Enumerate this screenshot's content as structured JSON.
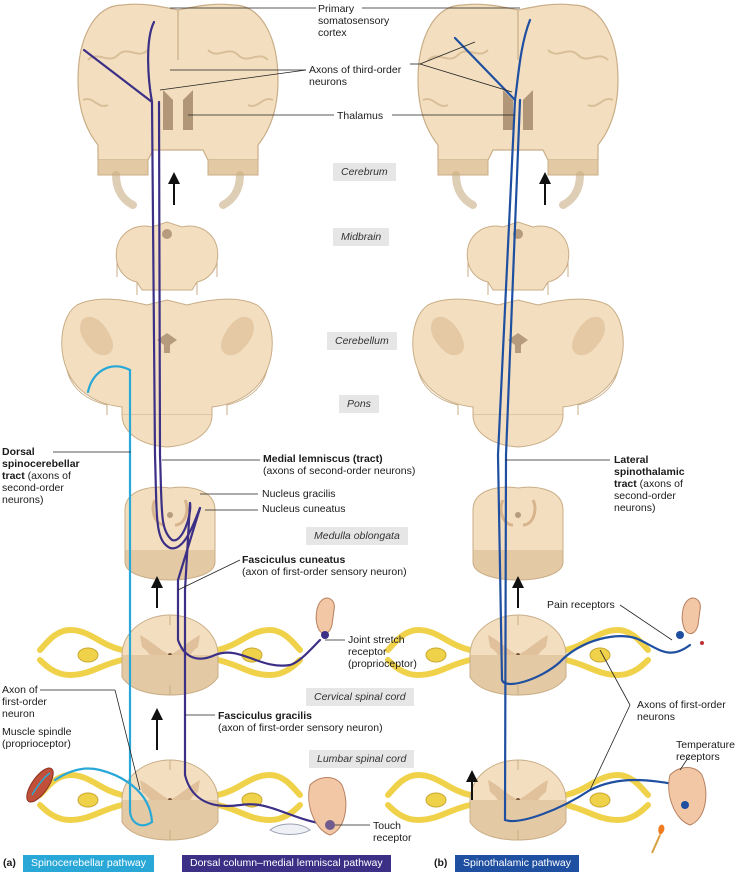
{
  "labels": {
    "primary_cortex": [
      "Primary",
      "somatosensory",
      "cortex"
    ],
    "third_order": [
      "Axons of third-order",
      "neurons"
    ],
    "thalamus": "Thalamus",
    "dorsal_spinocerebellar": {
      "bold": [
        "Dorsal",
        "spinocerebellar",
        "tract"
      ],
      "rest": [
        " (axons of",
        "second-order",
        "neurons)"
      ]
    },
    "medial_lemniscus": {
      "bold": "Medial lemniscus (tract)",
      "rest": "(axons of second-order neurons)"
    },
    "nucleus_gracilis": "Nucleus gracilis",
    "nucleus_cuneatus": "Nucleus cuneatus",
    "fasciculus_cuneatus": {
      "bold": "Fasciculus cuneatus",
      "rest": "(axon of first-order sensory neuron)"
    },
    "joint_stretch": [
      "Joint stretch",
      "receptor",
      "(proprioceptor)"
    ],
    "axon_first_order": [
      "Axon of",
      "first-order",
      "neuron"
    ],
    "muscle_spindle": [
      "Muscle spindle",
      "(proprioceptor)"
    ],
    "fasciculus_gracilis": {
      "bold": "Fasciculus gracilis",
      "rest": "(axon of first-order sensory neuron)"
    },
    "touch_receptor": [
      "Touch",
      "receptor"
    ],
    "lateral_spinothalamic": {
      "bold": [
        "Lateral",
        "spinothalamic",
        "tract"
      ],
      "rest": [
        " (axons of",
        "second-order",
        "neurons)"
      ]
    },
    "pain_receptors": "Pain receptors",
    "axons_first_order_neurons": [
      "Axons of first-order",
      "neurons"
    ],
    "temperature_receptors": [
      "Temperature",
      "receptors"
    ]
  },
  "regions": {
    "cerebrum": "Cerebrum",
    "midbrain": "Midbrain",
    "cerebellum": "Cerebellum",
    "pons": "Pons",
    "medulla": "Medulla oblongata",
    "cervical": "Cervical spinal cord",
    "lumbar": "Lumbar spinal cord"
  },
  "legend": {
    "panel_a": "(a)",
    "panel_b": "(b)",
    "spinocerebellar": "Spinocerebellar pathway",
    "dorsal_column": "Dorsal column–medial lemniscal pathway",
    "spinothalamic": "Spinothalamic pathway"
  },
  "colors": {
    "spinocerebellar": "#29a8d8",
    "dorsal_column": "#3b2f86",
    "spinothalamic": "#1f4fa0",
    "tissue": "#f3dfc0",
    "tissue_edge": "#c9ad86",
    "grey_matter": "#d8b48d",
    "nerve": "#f0d24a"
  }
}
